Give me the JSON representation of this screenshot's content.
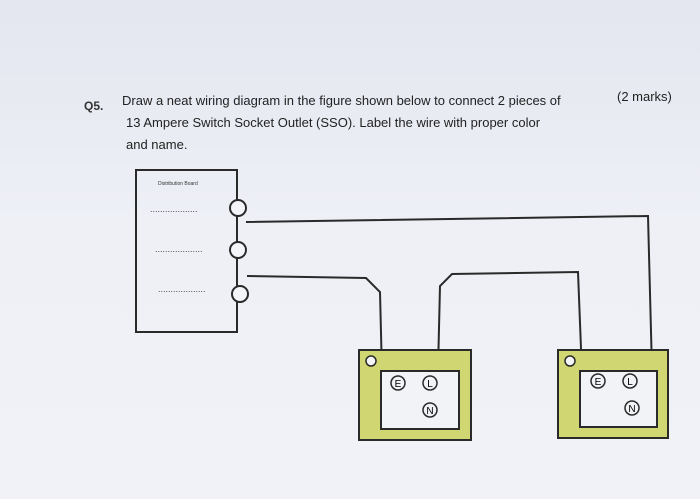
{
  "question": {
    "number": "Q5.",
    "line1": "Draw a neat wiring diagram in the figure shown below to connect 2 pieces of",
    "line2": "13 Ampere Switch Socket Outlet (SSO). Label the wire with proper color",
    "line3": "and name.",
    "marks": "(2 marks)"
  },
  "diagram": {
    "board_label": "Distribution Board",
    "dots": "...................",
    "socket_left": {
      "earth": "E",
      "live": "L",
      "neutral": "N"
    },
    "socket_right": {
      "earth": "E",
      "live": "L",
      "neutral": "N"
    },
    "colors": {
      "socket_fill": "#cfd672",
      "line": "#2a2a2a"
    }
  }
}
